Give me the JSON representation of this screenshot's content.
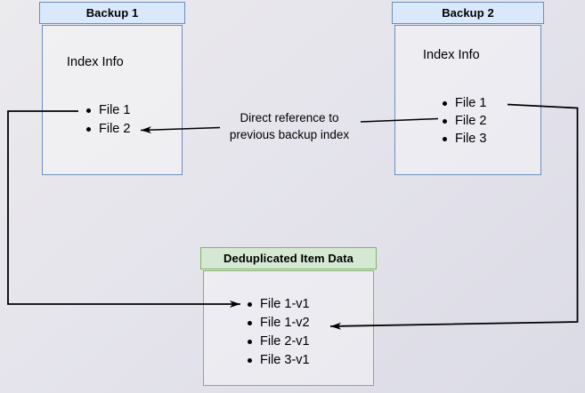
{
  "diagram": {
    "type": "backup-deduplication-diagram",
    "colors": {
      "backup_header_fill": "#dae8fc",
      "backup_border": "#6c8ebf",
      "dedup_header_fill": "#d5e8d4",
      "dedup_border": "#82b366",
      "arrow": "#000000",
      "background": "#e4e3ec"
    },
    "backup1": {
      "title": "Backup 1",
      "label": "Index Info",
      "files": [
        "File 1",
        "File 2"
      ]
    },
    "backup2": {
      "title": "Backup 2",
      "label": "Index Info",
      "files": [
        "File 1",
        "File 2",
        "File 3"
      ]
    },
    "dedup": {
      "title": "Deduplicated Item Data",
      "files": [
        "File 1-v1",
        "File 1-v2",
        "File 2-v1",
        "File 3-v1"
      ]
    },
    "edge_label": {
      "line1": "Direct reference to",
      "line2": "previous backup index"
    },
    "edges": [
      {
        "name": "backup2-file2-to-backup1-index",
        "label": "Direct reference to previous backup index"
      },
      {
        "name": "backup1-file1-to-dedup-file1v1",
        "label": ""
      },
      {
        "name": "backup2-file1-to-dedup-file1v2",
        "label": ""
      }
    ]
  }
}
